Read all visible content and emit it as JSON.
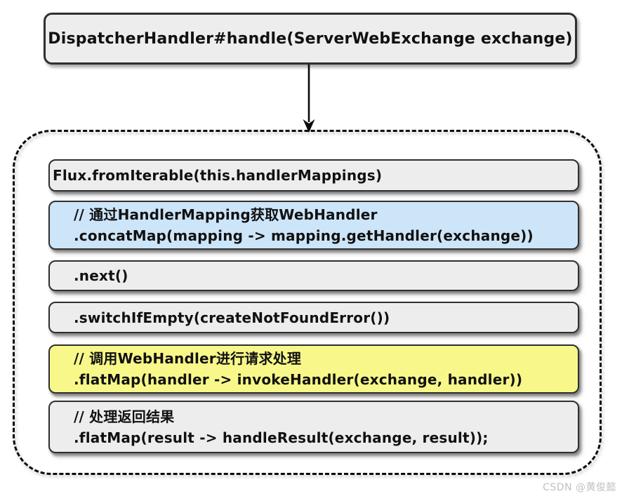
{
  "title_box": {
    "label": "DispatcherHandler#handle(ServerWebExchange exchange)"
  },
  "pipeline": {
    "steps": [
      {
        "code": "Flux.fromIterable(this.handlerMappings)",
        "highlight": "gray"
      },
      {
        "comment": "// 通过HandlerMapping获取WebHandler",
        "code": ".concatMap(mapping -> mapping.getHandler(exchange))",
        "highlight": "blue"
      },
      {
        "code": ".next()",
        "highlight": "gray"
      },
      {
        "code": ".switchIfEmpty(createNotFoundError())",
        "highlight": "gray"
      },
      {
        "comment": "// 调用WebHandler进行请求处理",
        "code": ".flatMap(handler -> invokeHandler(exchange, handler))",
        "highlight": "yellow"
      },
      {
        "comment": "// 处理返回结果",
        "code": ".flatMap(result -> handleResult(exchange, result));",
        "highlight": "gray"
      }
    ]
  },
  "watermark": "CSDN @黄俊懿",
  "colors": {
    "box_gray": "#ededed",
    "box_blue": "#cde5f9",
    "box_yellow": "#f8f88a",
    "border_dark": "#2f2f2f"
  }
}
